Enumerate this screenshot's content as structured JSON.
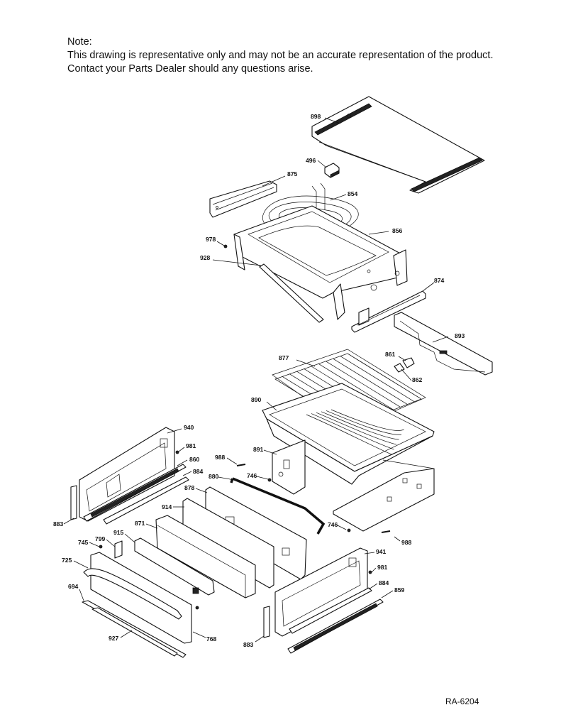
{
  "note": {
    "heading": "Note:",
    "line1": "This drawing is representative only and may not be an accurate representation of the product.",
    "line2": "Contact your Parts Dealer should any questions arise."
  },
  "drawing_code": "RA-6204",
  "part_labels": {
    "p898": "898",
    "p496": "496",
    "p875": "875",
    "p854": "854",
    "p856": "856",
    "p978": "978",
    "p928": "928",
    "p874": "874",
    "p893": "893",
    "p877": "877",
    "p861": "861",
    "p862": "862",
    "p890": "890",
    "p940": "940",
    "p981a": "981",
    "p860": "860",
    "p988a": "988",
    "p891": "891",
    "p884a": "884",
    "p880": "880",
    "p746a": "746",
    "p878": "878",
    "p883a": "883",
    "p914": "914",
    "p746b": "746",
    "p988b": "988",
    "p871": "871",
    "p915": "915",
    "p745": "745",
    "p799": "799",
    "p941": "941",
    "p725": "725",
    "p981b": "981",
    "p884b": "884",
    "p694": "694",
    "p859": "859",
    "p927": "927",
    "p768": "768",
    "p883b": "883"
  }
}
